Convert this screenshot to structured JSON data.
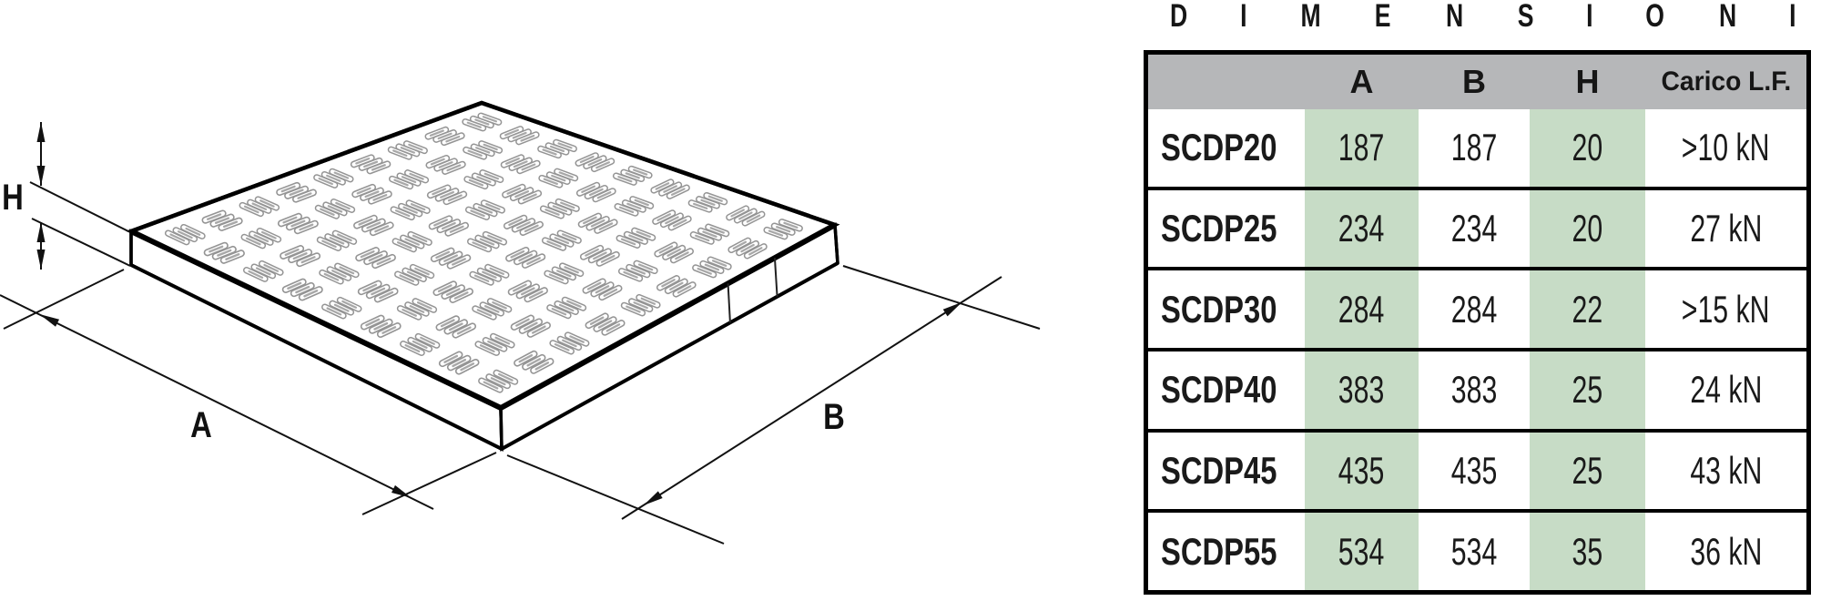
{
  "title": {
    "text": "DIMENSIONI"
  },
  "diagram": {
    "label_a": "A",
    "label_b": "B",
    "label_h": "H"
  },
  "table": {
    "columns": [
      "",
      "A",
      "B",
      "H",
      "Carico L.F."
    ],
    "rows": [
      {
        "name": "SCDP20",
        "a": "187",
        "b": "187",
        "h": "20",
        "load": ">10 kN"
      },
      {
        "name": "SCDP25",
        "a": "234",
        "b": "234",
        "h": "20",
        "load": "27 kN"
      },
      {
        "name": "SCDP30",
        "a": "284",
        "b": "284",
        "h": "22",
        "load": ">15 kN"
      },
      {
        "name": "SCDP40",
        "a": "383",
        "b": "383",
        "h": "25",
        "load": "24 kN"
      },
      {
        "name": "SCDP45",
        "a": "435",
        "b": "435",
        "h": "25",
        "load": "43 kN"
      },
      {
        "name": "SCDP55",
        "a": "534",
        "b": "534",
        "h": "35",
        "load": "36 kN"
      }
    ],
    "header_bg": "#b6b7b9",
    "highlight_color": "#c7dcc6"
  }
}
